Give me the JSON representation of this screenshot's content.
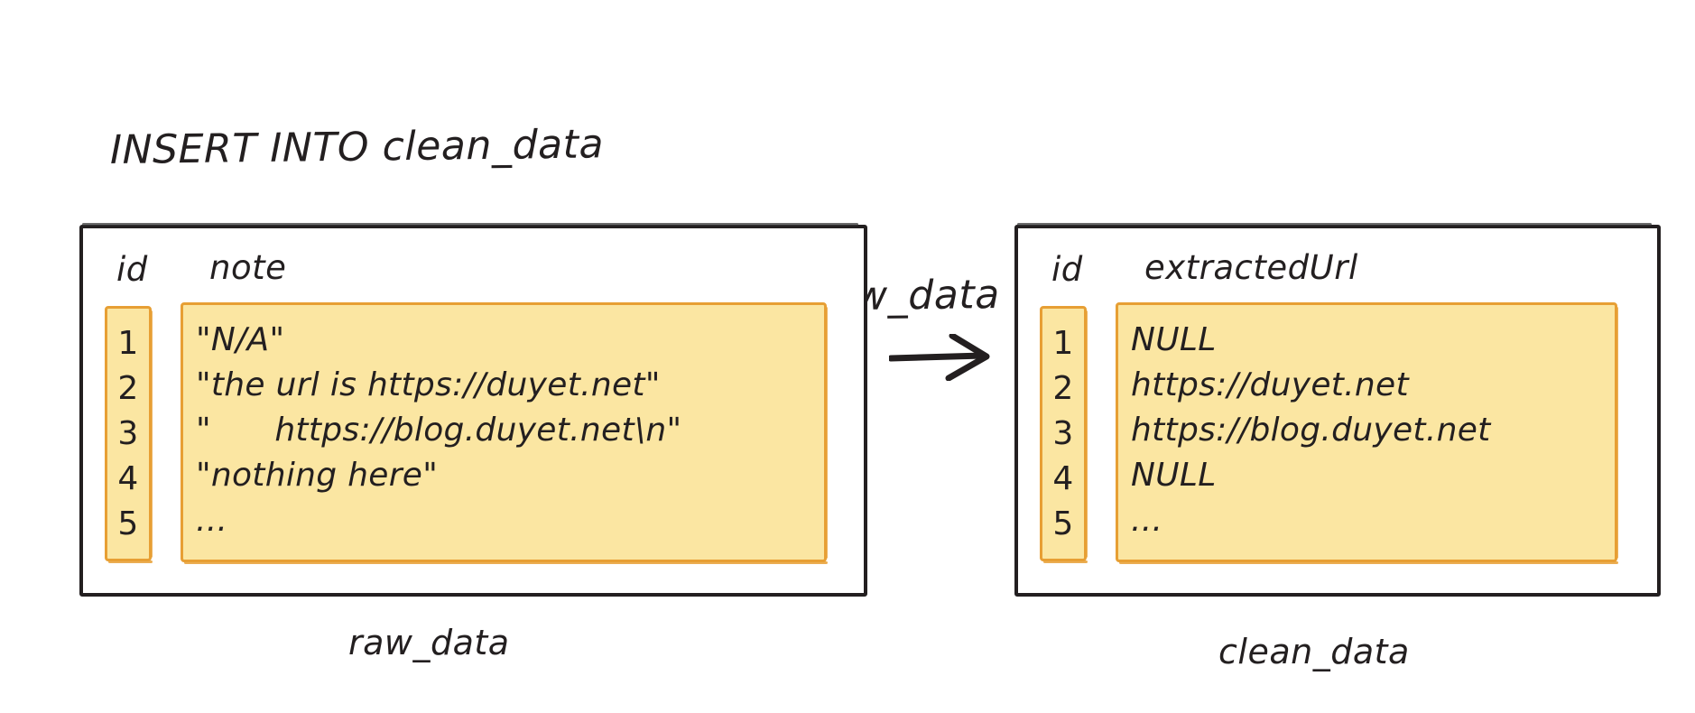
{
  "sql": {
    "line1": "INSERT INTO clean_data",
    "line2": "SELECT id, extractUrl(note) FROM raw_data"
  },
  "colors": {
    "ink": "#231f20",
    "highlight_fill": "#fbe6a2",
    "highlight_border": "#e79f34",
    "background": "#ffffff"
  },
  "arrow": {
    "icon": "arrow-right-icon",
    "direction": "right"
  },
  "tables": [
    {
      "name": "raw_data",
      "caption": "raw_data",
      "columns": [
        "id",
        "note"
      ],
      "ids": [
        "1",
        "2",
        "3",
        "4",
        "5"
      ],
      "values": [
        "\"N/A\"",
        "\"the url is https://duyet.net\"",
        "\"      https://blog.duyet.net\\n\"",
        "\"nothing here\"",
        "..."
      ]
    },
    {
      "name": "clean_data",
      "caption": "clean_data",
      "columns": [
        "id",
        "extractedUrl"
      ],
      "ids": [
        "1",
        "2",
        "3",
        "4",
        "5"
      ],
      "values": [
        "NULL",
        "https://duyet.net",
        "https://blog.duyet.net",
        "NULL",
        "..."
      ]
    }
  ]
}
